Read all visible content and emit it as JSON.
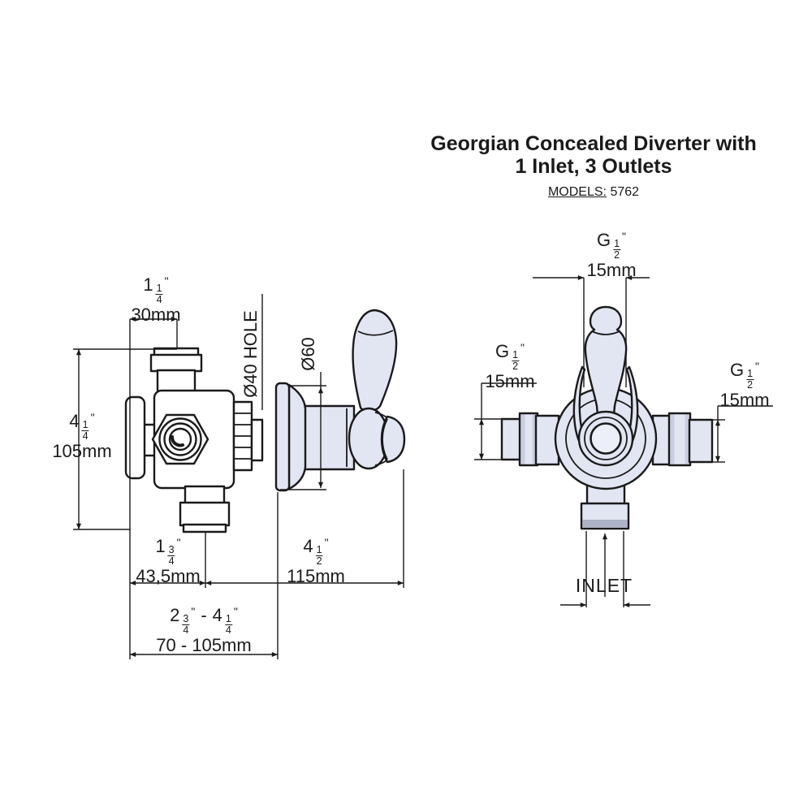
{
  "title": {
    "line1": "Georgian Concealed Diverter with",
    "line2": "1 Inlet, 3 Outlets",
    "models_label": "MODELS:",
    "models_value": "5762"
  },
  "colors": {
    "line": "#1a1a1a",
    "part_fill_light": "#e2e5f2",
    "part_fill_white": "#ffffff",
    "collar_shade": "#c9cee0",
    "inlet_band_shade": "#aeb3c8"
  },
  "side_view": {
    "dim_top_width": {
      "whole": "1",
      "num": "1",
      "den": "4",
      "unit": "\"",
      "metric": "30mm"
    },
    "dim_height": {
      "whole": "4",
      "num": "1",
      "den": "4",
      "unit": "\"",
      "metric": "105mm"
    },
    "hole_label": "Ø40 HOLE",
    "escutcheon_dia_label": "Ø60",
    "dim_body_depth": {
      "whole": "1",
      "num": "3",
      "den": "4",
      "unit": "\"",
      "metric": "43,5mm"
    },
    "dim_total_depth": {
      "whole": "4",
      "num": "1",
      "den": "2",
      "unit": "\"",
      "metric": "115mm"
    },
    "dim_wall_range": {
      "whole1": "2",
      "num1": "3",
      "den1": "4",
      "unit1": "\"",
      "separator": "-",
      "whole2": "4",
      "num2": "1",
      "den2": "4",
      "unit2": "\"",
      "metric": "70 - 105mm"
    }
  },
  "front_view": {
    "dim_top_outlet": {
      "g": "G",
      "num": "1",
      "den": "2",
      "unit": "\"",
      "metric": "15mm"
    },
    "dim_left_outlet": {
      "g": "G",
      "num": "1",
      "den": "2",
      "unit": "\"",
      "metric": "15mm"
    },
    "dim_right_outlet": {
      "g": "G",
      "num": "1",
      "den": "2",
      "unit": "\"",
      "metric": "15mm"
    },
    "inlet_label": "INLET"
  }
}
